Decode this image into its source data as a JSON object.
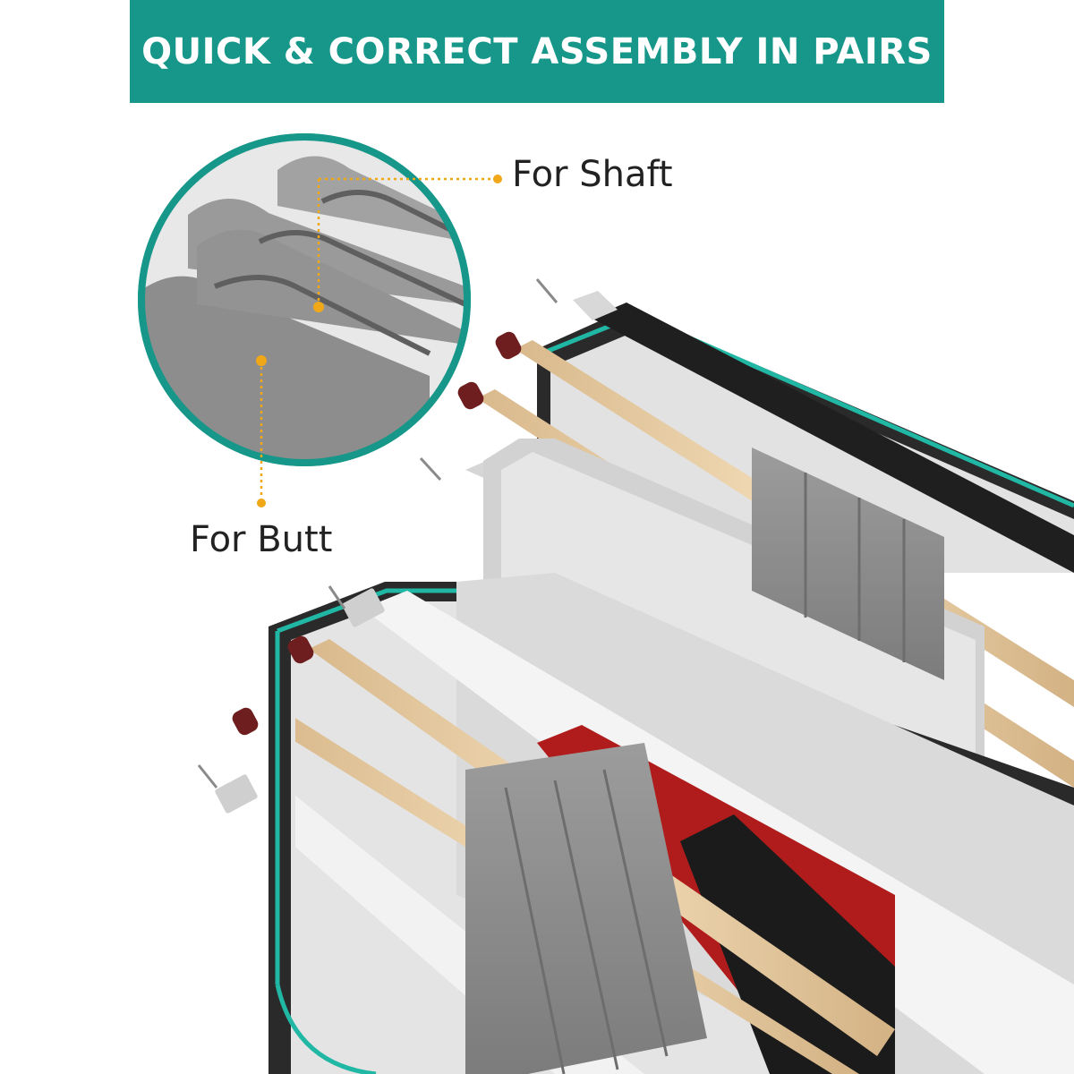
{
  "banner": {
    "title": "QUICK & CORRECT ASSEMBLY IN PAIRS"
  },
  "callouts": {
    "shaft": "For Shaft",
    "butt": "For Butt"
  },
  "colors": {
    "banner": "#16978a",
    "zipper_accent": "#20b8a4",
    "lining": "#e3e3e3",
    "strap": "#8e8e8e",
    "wood": "#e9cfa8",
    "callout_dot": "#f0a818"
  },
  "icons": [
    "magnifier-circle-illustration",
    "cue-case-illustration"
  ]
}
